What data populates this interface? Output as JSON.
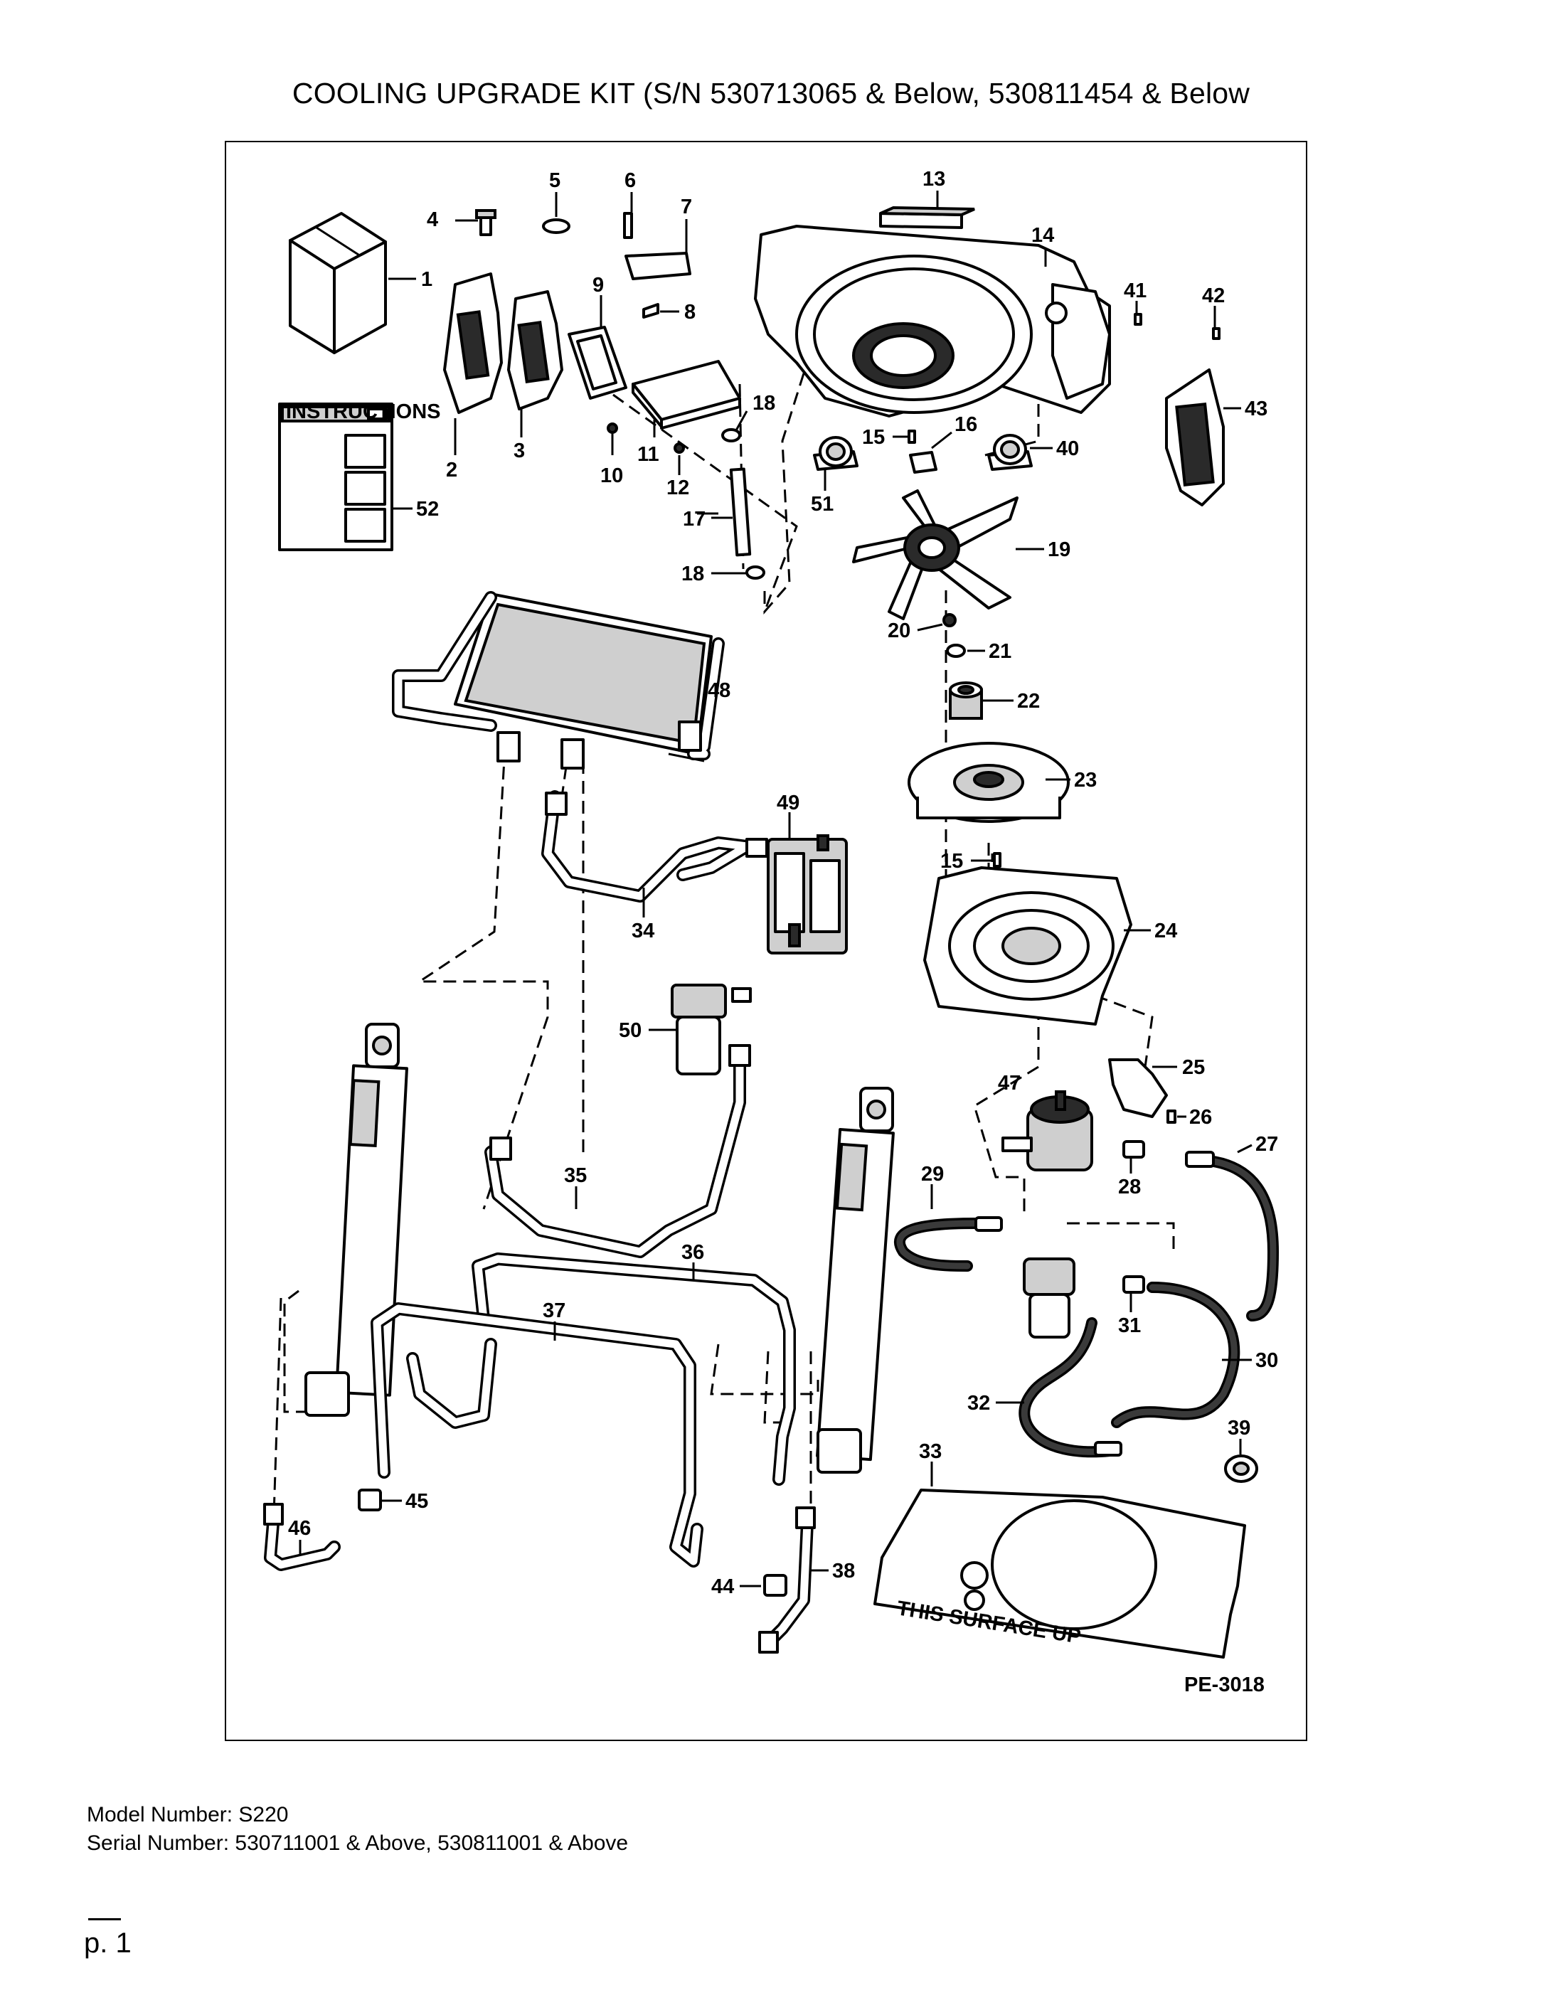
{
  "header": {
    "title": "COOLING UPGRADE KIT (S/N 530713065 & Below, 530811454 & Below"
  },
  "diagram": {
    "figure_id": "PE-3018",
    "callouts": [
      "1",
      "2",
      "3",
      "4",
      "5",
      "6",
      "7",
      "8",
      "9",
      "10",
      "11",
      "12",
      "13",
      "14",
      "15",
      "15",
      "16",
      "17",
      "18",
      "18",
      "19",
      "20",
      "21",
      "22",
      "23",
      "24",
      "25",
      "26",
      "27",
      "28",
      "29",
      "30",
      "31",
      "32",
      "33",
      "34",
      "35",
      "36",
      "37",
      "38",
      "39",
      "40",
      "41",
      "42",
      "43",
      "44",
      "45",
      "46",
      "47",
      "48",
      "49",
      "50",
      "51",
      "52"
    ],
    "instructions_label": "INSTRUCTIONS",
    "gasket_marking": "THIS SURFACE UP"
  },
  "footer": {
    "model": "Model Number: S220",
    "serial": "Serial Number: 530711001 & Above, 530811001 & Above",
    "page": "p. 1"
  }
}
